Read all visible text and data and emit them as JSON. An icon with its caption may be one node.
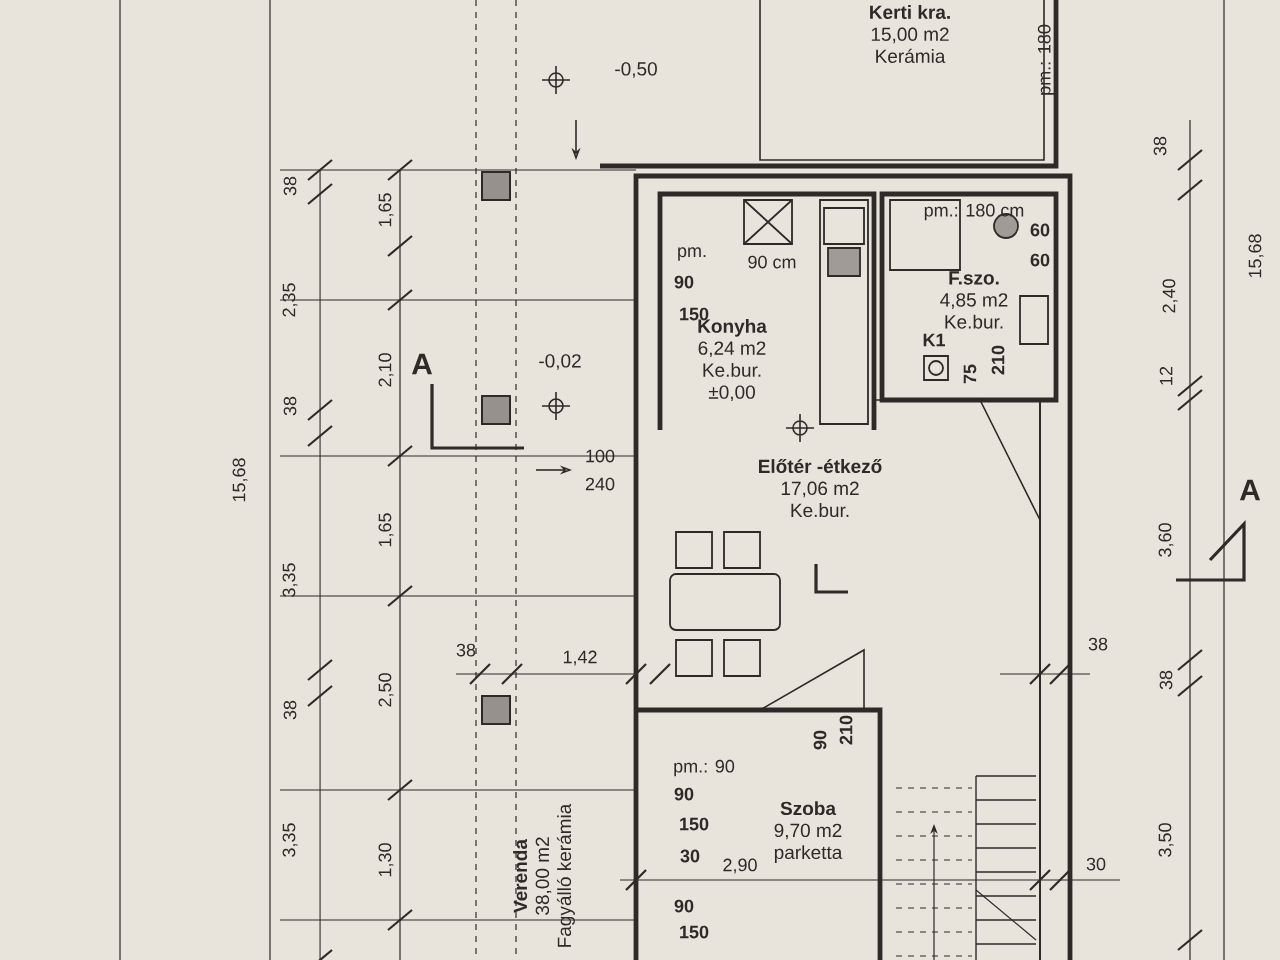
{
  "diagram": {
    "nodes": [
      {
        "text": [
          "Kerti kra.",
          "15,00 m2",
          "Kerámia"
        ]
      },
      {
        "text": [
          "Konyha",
          "6,24 m2",
          "Ke.bur.",
          "±0,00"
        ]
      },
      {
        "text": [
          "F.szo.",
          "4,85 m2",
          "Ke.bur."
        ]
      },
      {
        "text": [
          "Előtér -étkező",
          "17,06 m2",
          "Ke.bur."
        ]
      },
      {
        "text": [
          "Szoba",
          "9,70 m2",
          "parketta"
        ]
      },
      {
        "text": [
          "Verenda",
          "38,00 m2",
          "Fagyálló kerámia"
        ]
      }
    ],
    "labels": [
      "-0,50",
      "pm.: 180",
      "38",
      "38",
      "1,65",
      "pm.: 180 cm",
      "60",
      "pm.",
      "90 cm",
      "60",
      "15,68",
      "2,35",
      "90",
      "150",
      "2,40",
      "2,10",
      "A",
      "-0,02",
      "K1",
      "75",
      "210",
      "12",
      "38",
      "15,68",
      "100",
      "240",
      "A",
      "1,65",
      "3,60",
      "3,35",
      "38",
      "1,42",
      "38",
      "38",
      "2,50",
      "38",
      "90",
      "210",
      "pm.: 90",
      "90",
      "150",
      "3,35",
      "1,30",
      "30",
      "2,90",
      "30",
      "3,50",
      "90",
      "150"
    ]
  }
}
